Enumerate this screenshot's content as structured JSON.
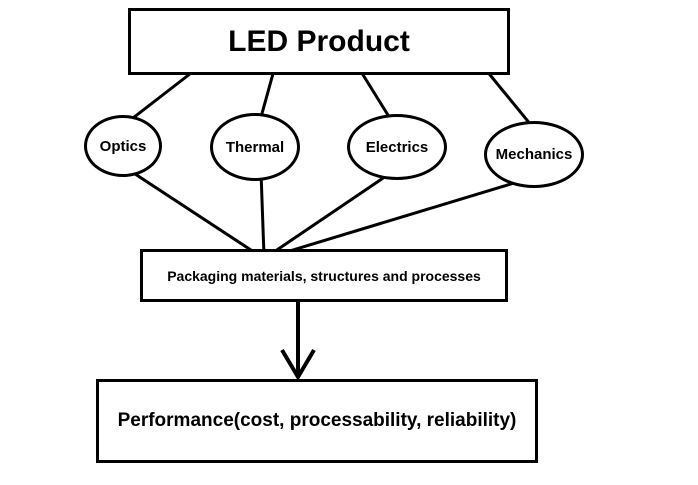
{
  "diagram": {
    "title": "LED Product",
    "factors": [
      {
        "label": "Optics"
      },
      {
        "label": "Thermal"
      },
      {
        "label": "Electrics"
      },
      {
        "label": "Mechanics"
      }
    ],
    "packaging_label": "Packaging materials, structures and processes",
    "performance_label": "Performance(cost, processability, reliability)"
  },
  "colors": {
    "line": "#000000",
    "background": "#ffffff"
  }
}
